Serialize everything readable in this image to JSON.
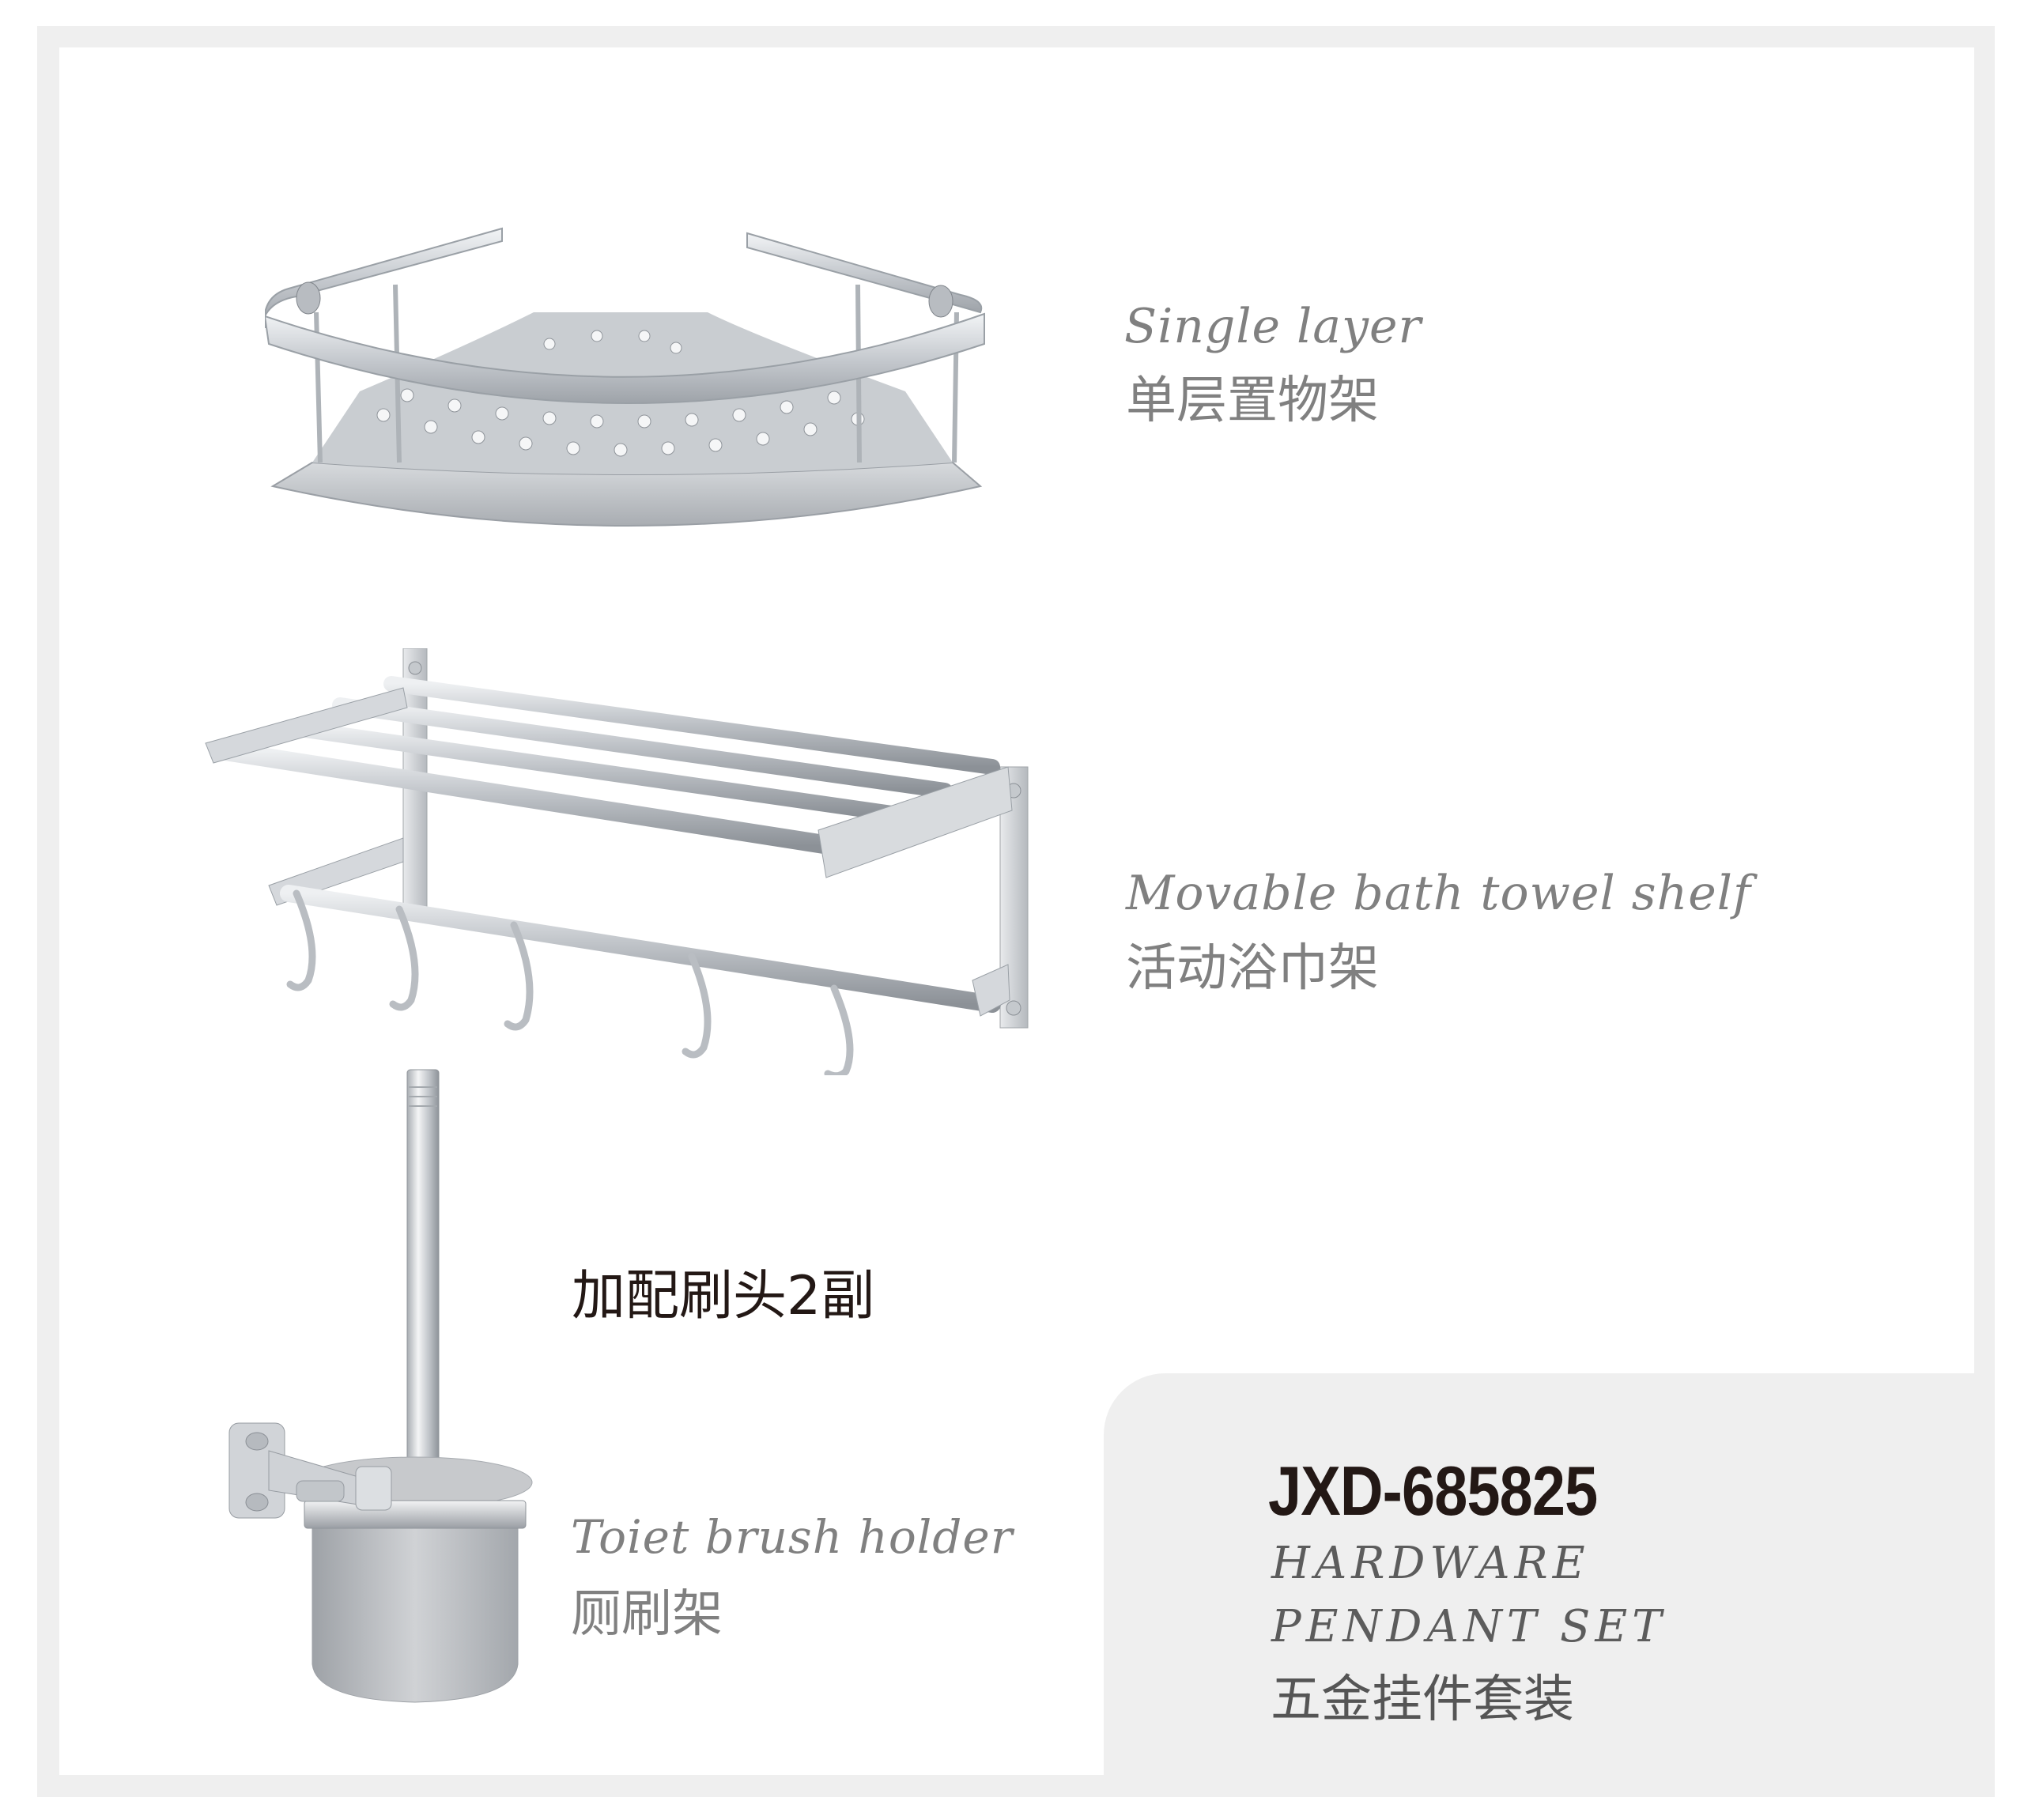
{
  "frame": {
    "border_color": "#efefef",
    "background": "#ffffff"
  },
  "products": [
    {
      "id": "corner-shelf",
      "name_en": "Single layer",
      "name_cn": "单层置物架",
      "icon": "corner-basket-shelf-image"
    },
    {
      "id": "towel-shelf",
      "name_en": "Movable bath towel shelf",
      "name_cn": "活动浴巾架",
      "icon": "towel-rack-image"
    },
    {
      "id": "brush-holder",
      "name_en": "Toiet brush holder",
      "name_cn": "厕刷架",
      "icon": "toilet-brush-holder-image",
      "note": "加配刷头2副"
    }
  ],
  "set_info": {
    "model": "JXD-685825",
    "title_en_line1": "HARDWARE",
    "title_en_line2": "PENDANT SET",
    "title_cn": "五金挂件套装",
    "panel_color": "#efefef"
  },
  "colors": {
    "label_gray": "#808080",
    "dark_text": "#231815",
    "metal": "#c8ccd2"
  }
}
